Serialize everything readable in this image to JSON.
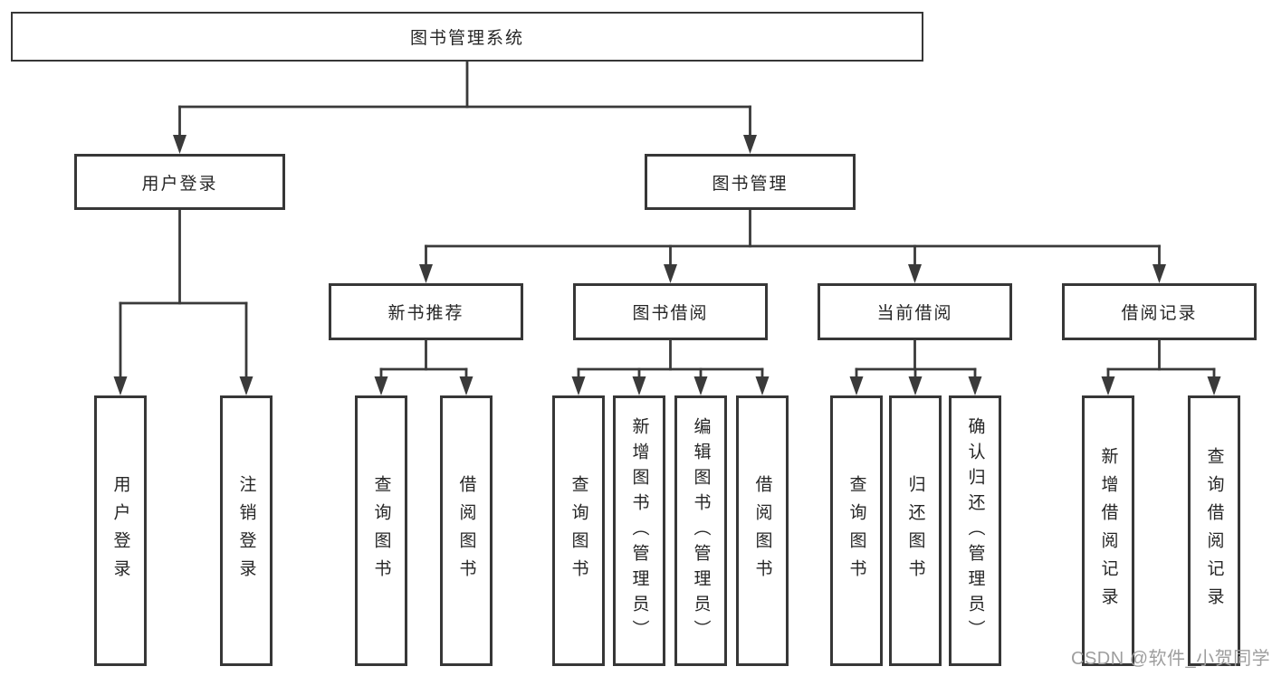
{
  "watermark": "CSDN @软件_小贺同学",
  "colors": {
    "line": "#3a3a3a",
    "box_border": "#373737",
    "text": "#262626",
    "watermark": "#9e9e9e",
    "background": "#ffffff"
  },
  "tree": {
    "root": {
      "label": "图书管理系统"
    },
    "children": [
      {
        "label": "用户登录",
        "children": [
          {
            "label": "用户登录"
          },
          {
            "label": "注销登录"
          }
        ]
      },
      {
        "label": "图书管理",
        "children": [
          {
            "label": "新书推荐",
            "children": [
              {
                "label": "查询图书"
              },
              {
                "label": "借阅图书"
              }
            ]
          },
          {
            "label": "图书借阅",
            "children": [
              {
                "label": "查询图书"
              },
              {
                "label": "新增图书（管理员）"
              },
              {
                "label": "编辑图书（管理员）"
              },
              {
                "label": "借阅图书"
              }
            ]
          },
          {
            "label": "当前借阅",
            "children": [
              {
                "label": "查询图书"
              },
              {
                "label": "归还图书"
              },
              {
                "label": "确认归还（管理员）"
              }
            ]
          },
          {
            "label": "借阅记录",
            "children": [
              {
                "label": "新增借阅记录"
              },
              {
                "label": "查询借阅记录"
              }
            ]
          }
        ]
      }
    ]
  }
}
